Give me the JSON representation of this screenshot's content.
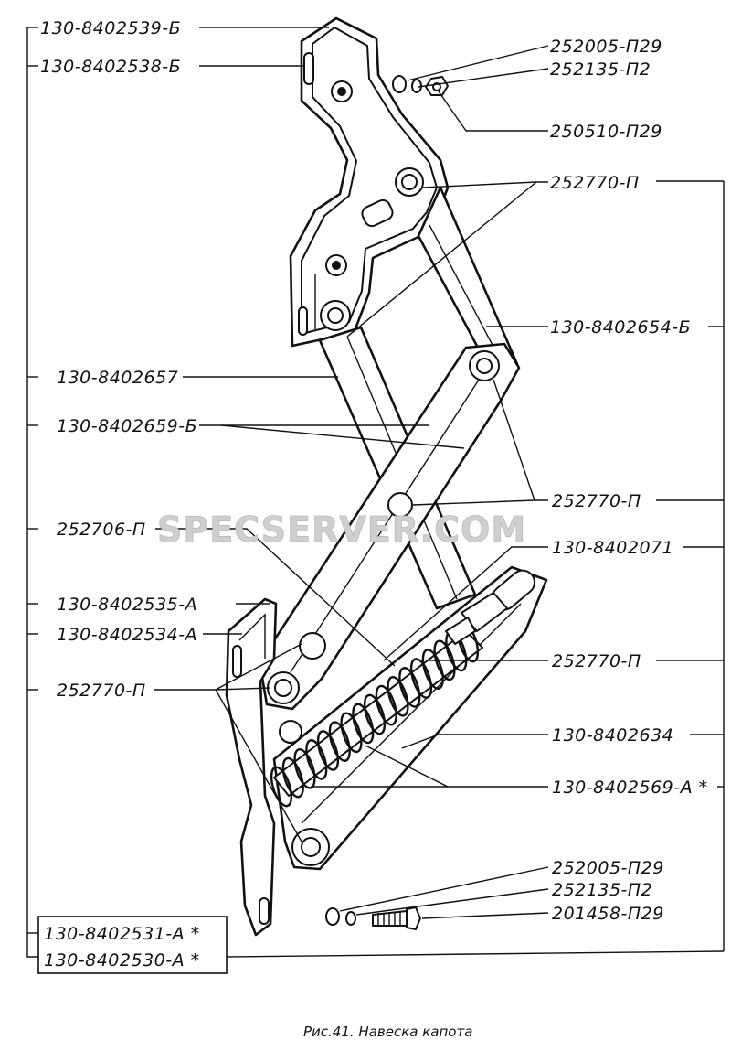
{
  "labels": {
    "l1": "130-8402539-Б",
    "l2": "130-8402538-Б",
    "l3": "252005-П29",
    "l4": "252135-П2",
    "l5": "250510-П29",
    "l6": "252770-П",
    "l7": "130-8402654-Б",
    "l8": "130-8402657",
    "l9": "130-8402659-Б",
    "l10": "252770-П",
    "l11": "252706-П",
    "l12": "130-8402071",
    "l13": "130-8402535-А",
    "l14": "130-8402534-А",
    "l15": "252770-П",
    "l16": "252770-П",
    "l17": "130-8402634",
    "l18": "130-8402569-А *",
    "l19": "252005-П29",
    "l20": "252135-П2",
    "l21": "201458-П29",
    "l22": "130-8402531-А *",
    "l23": "130-8402530-А *"
  },
  "watermark": "SPECSERVER.COM",
  "caption": "Рис.41. Навеска капота"
}
